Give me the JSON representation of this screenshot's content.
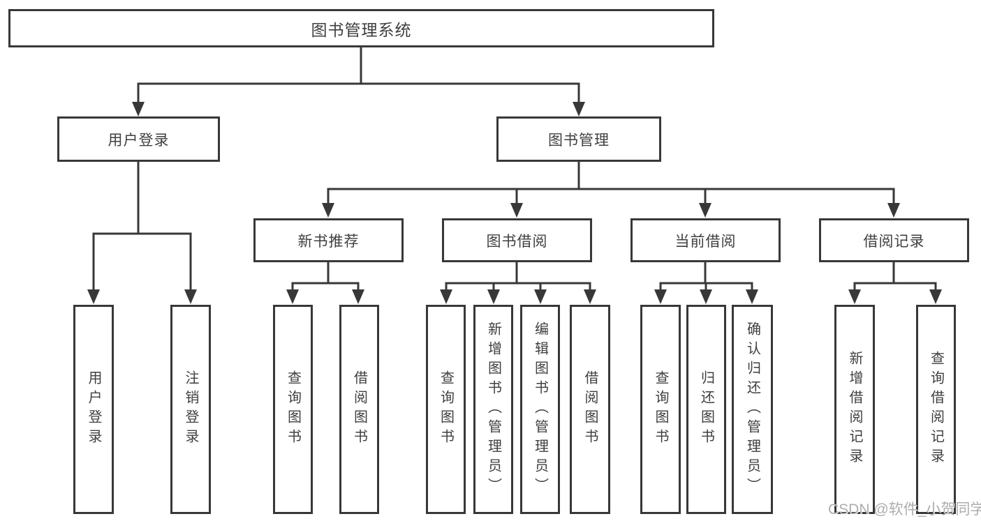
{
  "diagram_title": "图书管理系统",
  "colors": {
    "line": "#383838",
    "text": "#3f3f3f",
    "background": "#ffffff",
    "watermark": "#adadad"
  },
  "tree": {
    "root_label": "图书管理系统",
    "branches": [
      {
        "label": "用户登录",
        "leaves": [
          "用户登录",
          "注销登录"
        ]
      },
      {
        "label": "图书管理",
        "groups": [
          {
            "label": "新书推荐",
            "leaves": [
              "查询图书",
              "借阅图书"
            ]
          },
          {
            "label": "图书借阅",
            "leaves": [
              "查询图书",
              "新增图书（管理员）",
              "编辑图书（管理员）",
              "借阅图书"
            ]
          },
          {
            "label": "当前借阅",
            "leaves": [
              "查询图书",
              "归还图书",
              "确认归还（管理员）"
            ]
          },
          {
            "label": "借阅记录",
            "leaves": [
              "新增借阅记录",
              "查询借阅记录"
            ]
          }
        ]
      }
    ]
  },
  "watermark": "CSDN @软件_小贺同学"
}
